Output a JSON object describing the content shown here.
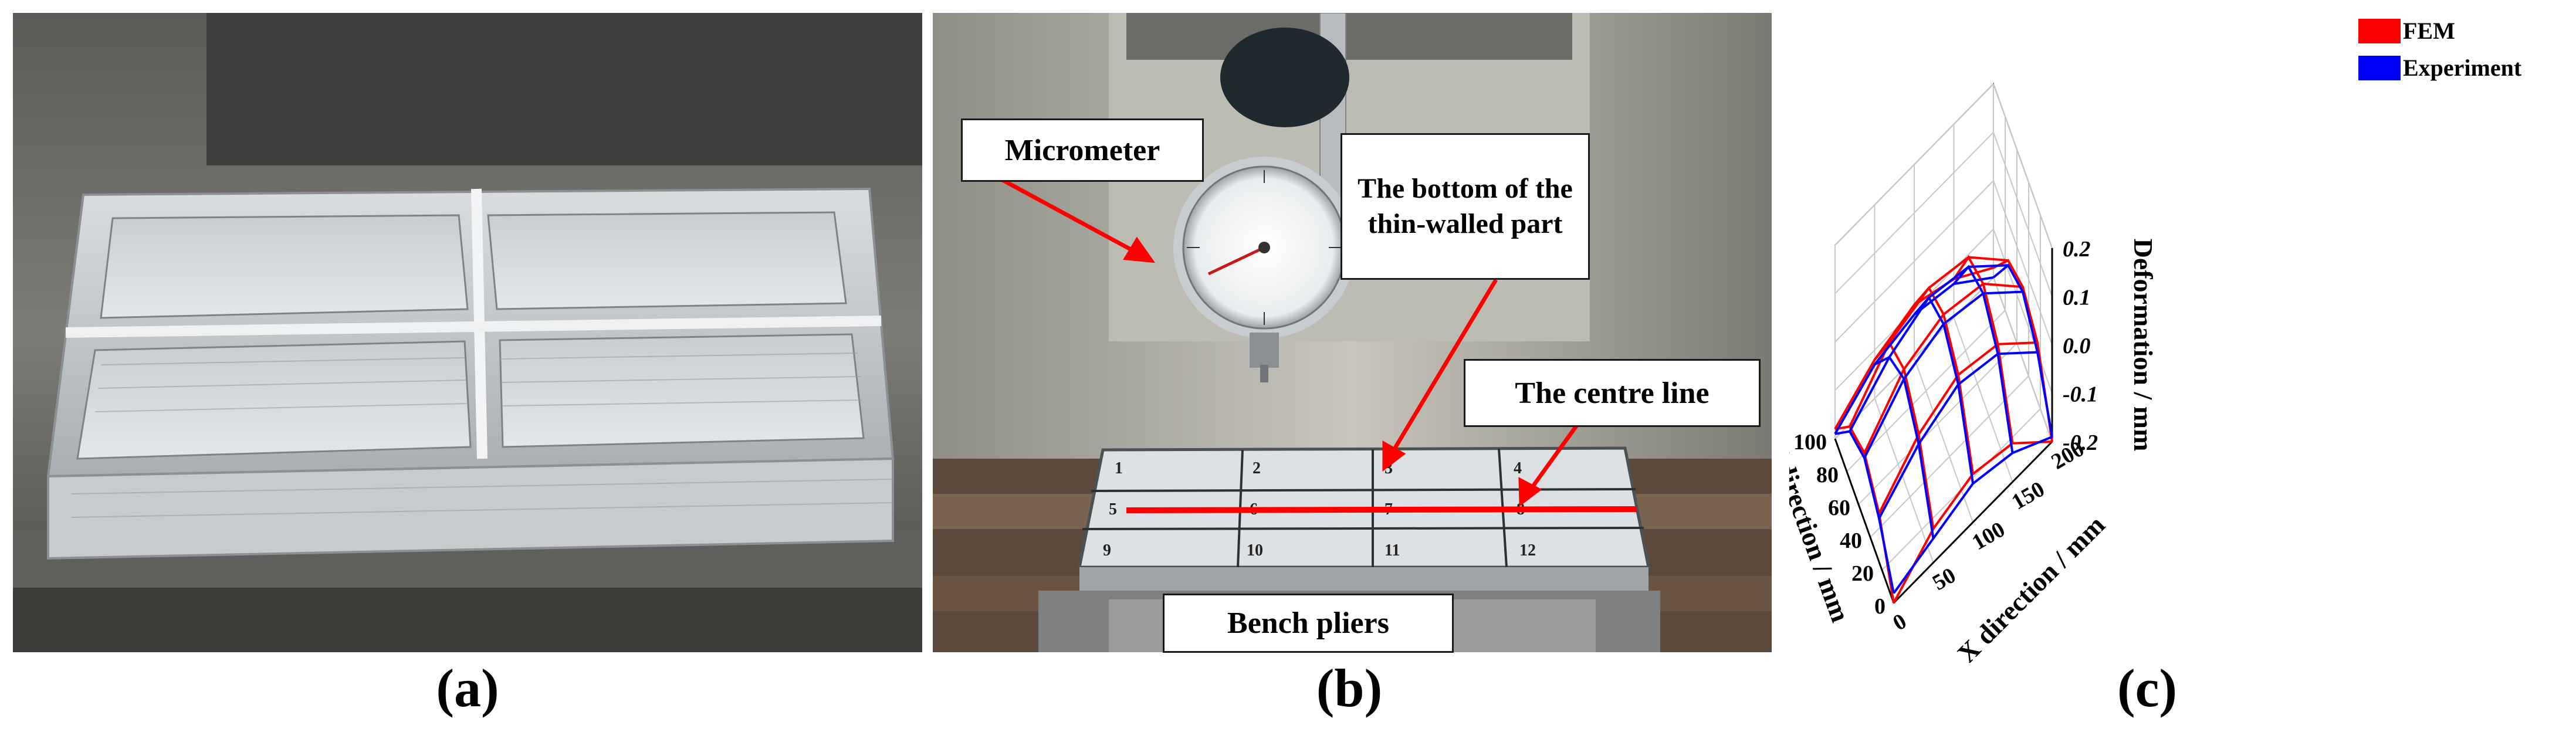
{
  "captions": {
    "a": "(a)",
    "b": "(b)",
    "c": "(c)"
  },
  "photo_b_labels": {
    "micrometer": "Micrometer",
    "bottom": "The bottom of the thin-walled part",
    "centre_line": "The centre line",
    "bench_pliers": "Bench pliers",
    "plate_numbers": [
      "1",
      "2",
      "3",
      "4",
      "5",
      "6",
      "7",
      "8",
      "9",
      "10",
      "11",
      "12"
    ]
  },
  "colors": {
    "fem": "#ff0000",
    "experiment": "#0000ff",
    "arrow": "#ff0000"
  },
  "chart_data": {
    "type": "3d-wireframe",
    "zlabel": "Deformation / mm",
    "xlabel": "X direction / mm",
    "ylabel": "Y direction / mm",
    "xlim": [
      0,
      200
    ],
    "ylim": [
      0,
      100
    ],
    "zlim": [
      -0.2,
      0.2
    ],
    "z_ticks": [
      "0.2",
      "0.1",
      "0.0",
      "-0.1",
      "-0.2"
    ],
    "x_ticks": [
      "0",
      "50",
      "100",
      "150",
      "200"
    ],
    "y_ticks": [
      "0",
      "20",
      "40",
      "60",
      "80",
      "100"
    ],
    "legend": [
      "FEM",
      "Experiment"
    ],
    "legend_position": "top-right",
    "grid": true,
    "x": [
      0,
      50,
      100,
      150,
      200
    ],
    "y": [
      0,
      25,
      50,
      75,
      100
    ],
    "series": [
      {
        "name": "FEM",
        "color": "#ff0000",
        "z": [
          [
            -0.2,
            -0.13,
            -0.1,
            -0.12,
            -0.2
          ],
          [
            -0.1,
            -0.02,
            0.02,
            0.0,
            -0.08
          ],
          [
            -0.06,
            0.03,
            0.06,
            0.04,
            -0.05
          ],
          [
            -0.09,
            0.0,
            0.03,
            0.01,
            -0.08
          ],
          [
            -0.18,
            -0.12,
            -0.09,
            -0.12,
            -0.18
          ]
        ]
      },
      {
        "name": "Experiment",
        "color": "#0000ff",
        "z": [
          [
            -0.18,
            -0.15,
            -0.12,
            -0.14,
            -0.19
          ],
          [
            -0.11,
            -0.04,
            0.0,
            -0.02,
            -0.1
          ],
          [
            -0.07,
            0.01,
            0.04,
            0.02,
            -0.06
          ],
          [
            -0.1,
            -0.03,
            0.01,
            -0.01,
            -0.09
          ],
          [
            -0.19,
            -0.13,
            -0.11,
            -0.13,
            -0.2
          ]
        ]
      }
    ]
  }
}
